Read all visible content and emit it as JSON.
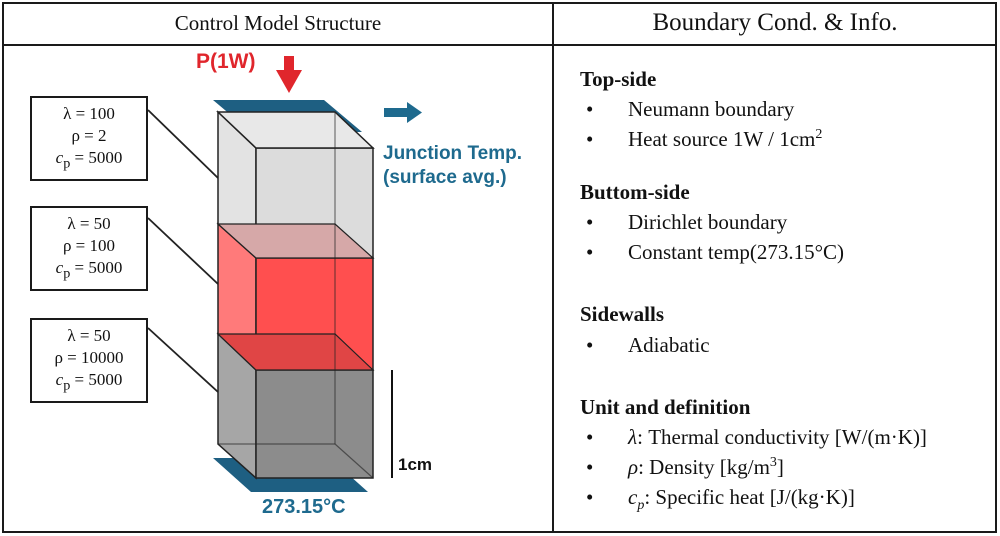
{
  "headers": {
    "left": "Control Model Structure",
    "right": "Boundary  Cond. & Info."
  },
  "layers": [
    {
      "lambda": "λ = 100",
      "rho": "ρ = 2",
      "cp": "c",
      "cp_sub": "p",
      "cp_val": " = 5000",
      "color": "#dcdcdc"
    },
    {
      "lambda": "λ = 50",
      "rho": "ρ = 100",
      "cp": "c",
      "cp_sub": "p",
      "cp_val": " = 5000",
      "color": "#ff4f4f"
    },
    {
      "lambda": "λ = 50",
      "rho": "ρ = 10000",
      "cp": "c",
      "cp_sub": "p",
      "cp_val": " = 5000",
      "color": "#8c8c8c"
    }
  ],
  "labels": {
    "power": "P(1W)",
    "junction_line1": "Junction Temp.",
    "junction_line2": "(surface avg.)",
    "base_temp": "273.15°C",
    "scale": "1cm"
  },
  "sections": {
    "top": {
      "title": "Top-side",
      "items": [
        "Neumann boundary",
        "Heat source 1W / 1cm"
      ],
      "sup": "2"
    },
    "bottom": {
      "title": "Buttom-side",
      "items": [
        "Dirichlet boundary",
        "Constant temp(273.15°C)"
      ]
    },
    "side": {
      "title": "Sidewalls",
      "items": [
        "Adiabatic"
      ]
    },
    "unit": {
      "title": "Unit and definition",
      "lambda_sym": "λ",
      "lambda_text": ": Thermal conductivity [W/(m·K)]",
      "rho_sym": "ρ",
      "rho_text": ": Density [kg/m",
      "rho_sup": "3",
      "rho_end": "]",
      "cp_sym": "c",
      "cp_sub": "p",
      "cp_text": ": Specific heat [J/(kg·K)]"
    }
  },
  "bullet": "•",
  "colors": {
    "plate": "#1e5f82",
    "arrow_red": "#e0262c",
    "arrow_blue": "#1e6a8e"
  }
}
